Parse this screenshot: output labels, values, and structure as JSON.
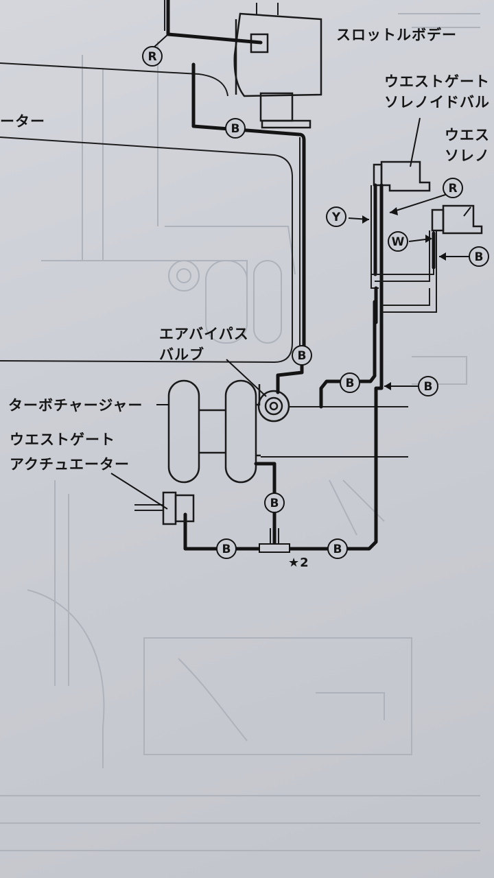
{
  "labels": {
    "throttle_body": "スロットルボデー",
    "wastegate_solenoid_1_line1": "ウエストゲート",
    "wastegate_solenoid_1_line2": "ソレノイドバル",
    "wastegate_solenoid_2_line1": "ウエス",
    "wastegate_solenoid_2_line2": "ソレノ",
    "intercooler_partial": "ーター",
    "air_bypass_valve_line1": "エアバイパス",
    "air_bypass_valve_line2": "バルブ",
    "turbocharger": "ターボチャージャー",
    "wastegate_actuator_line1": "ウエストゲート",
    "wastegate_actuator_line2": "アクチュエーター",
    "tee_note": "★2"
  },
  "hose_markers": {
    "r_top": "R",
    "b_throttle": "B",
    "y_solenoid": "Y",
    "r_solenoid": "R",
    "w_solenoid": "W",
    "b_solenoid2": "B",
    "b_bypass": "B",
    "b_intake": "B",
    "b_right": "B",
    "b_turbo_down": "B",
    "b_actuator": "B",
    "b_return": "B"
  },
  "colors": {
    "paper": "#cbcdd4",
    "ink": "#151515",
    "ghost": "#aeb2bb"
  }
}
